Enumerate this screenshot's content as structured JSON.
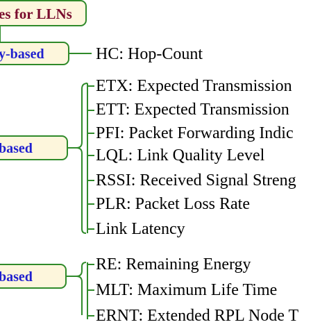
{
  "title": "es for LLNs",
  "categories": [
    {
      "label": "y-based",
      "items": [
        "HC: Hop-Count"
      ]
    },
    {
      "label": "based",
      "items": [
        "ETX: Expected Transmission",
        "ETT: Expected Transmission",
        "PFI: Packet Forwarding Indic",
        "LQL: Link Quality Level",
        "RSSI: Received Signal Streng",
        "PLR: Packet Loss Rate",
        "Link Latency"
      ]
    },
    {
      "label": "based",
      "items": [
        "RE: Remaining  Energy",
        "MLT: Maximum Life Time",
        "ERNT: Extended RPL Node T"
      ]
    }
  ],
  "colors": {
    "box_border": "#2f8a2a",
    "box_fill": "#fdf6dc",
    "title_text": "#7a0d2e",
    "category_text": "#1f1fcf",
    "connector": "#2f8a2a"
  }
}
